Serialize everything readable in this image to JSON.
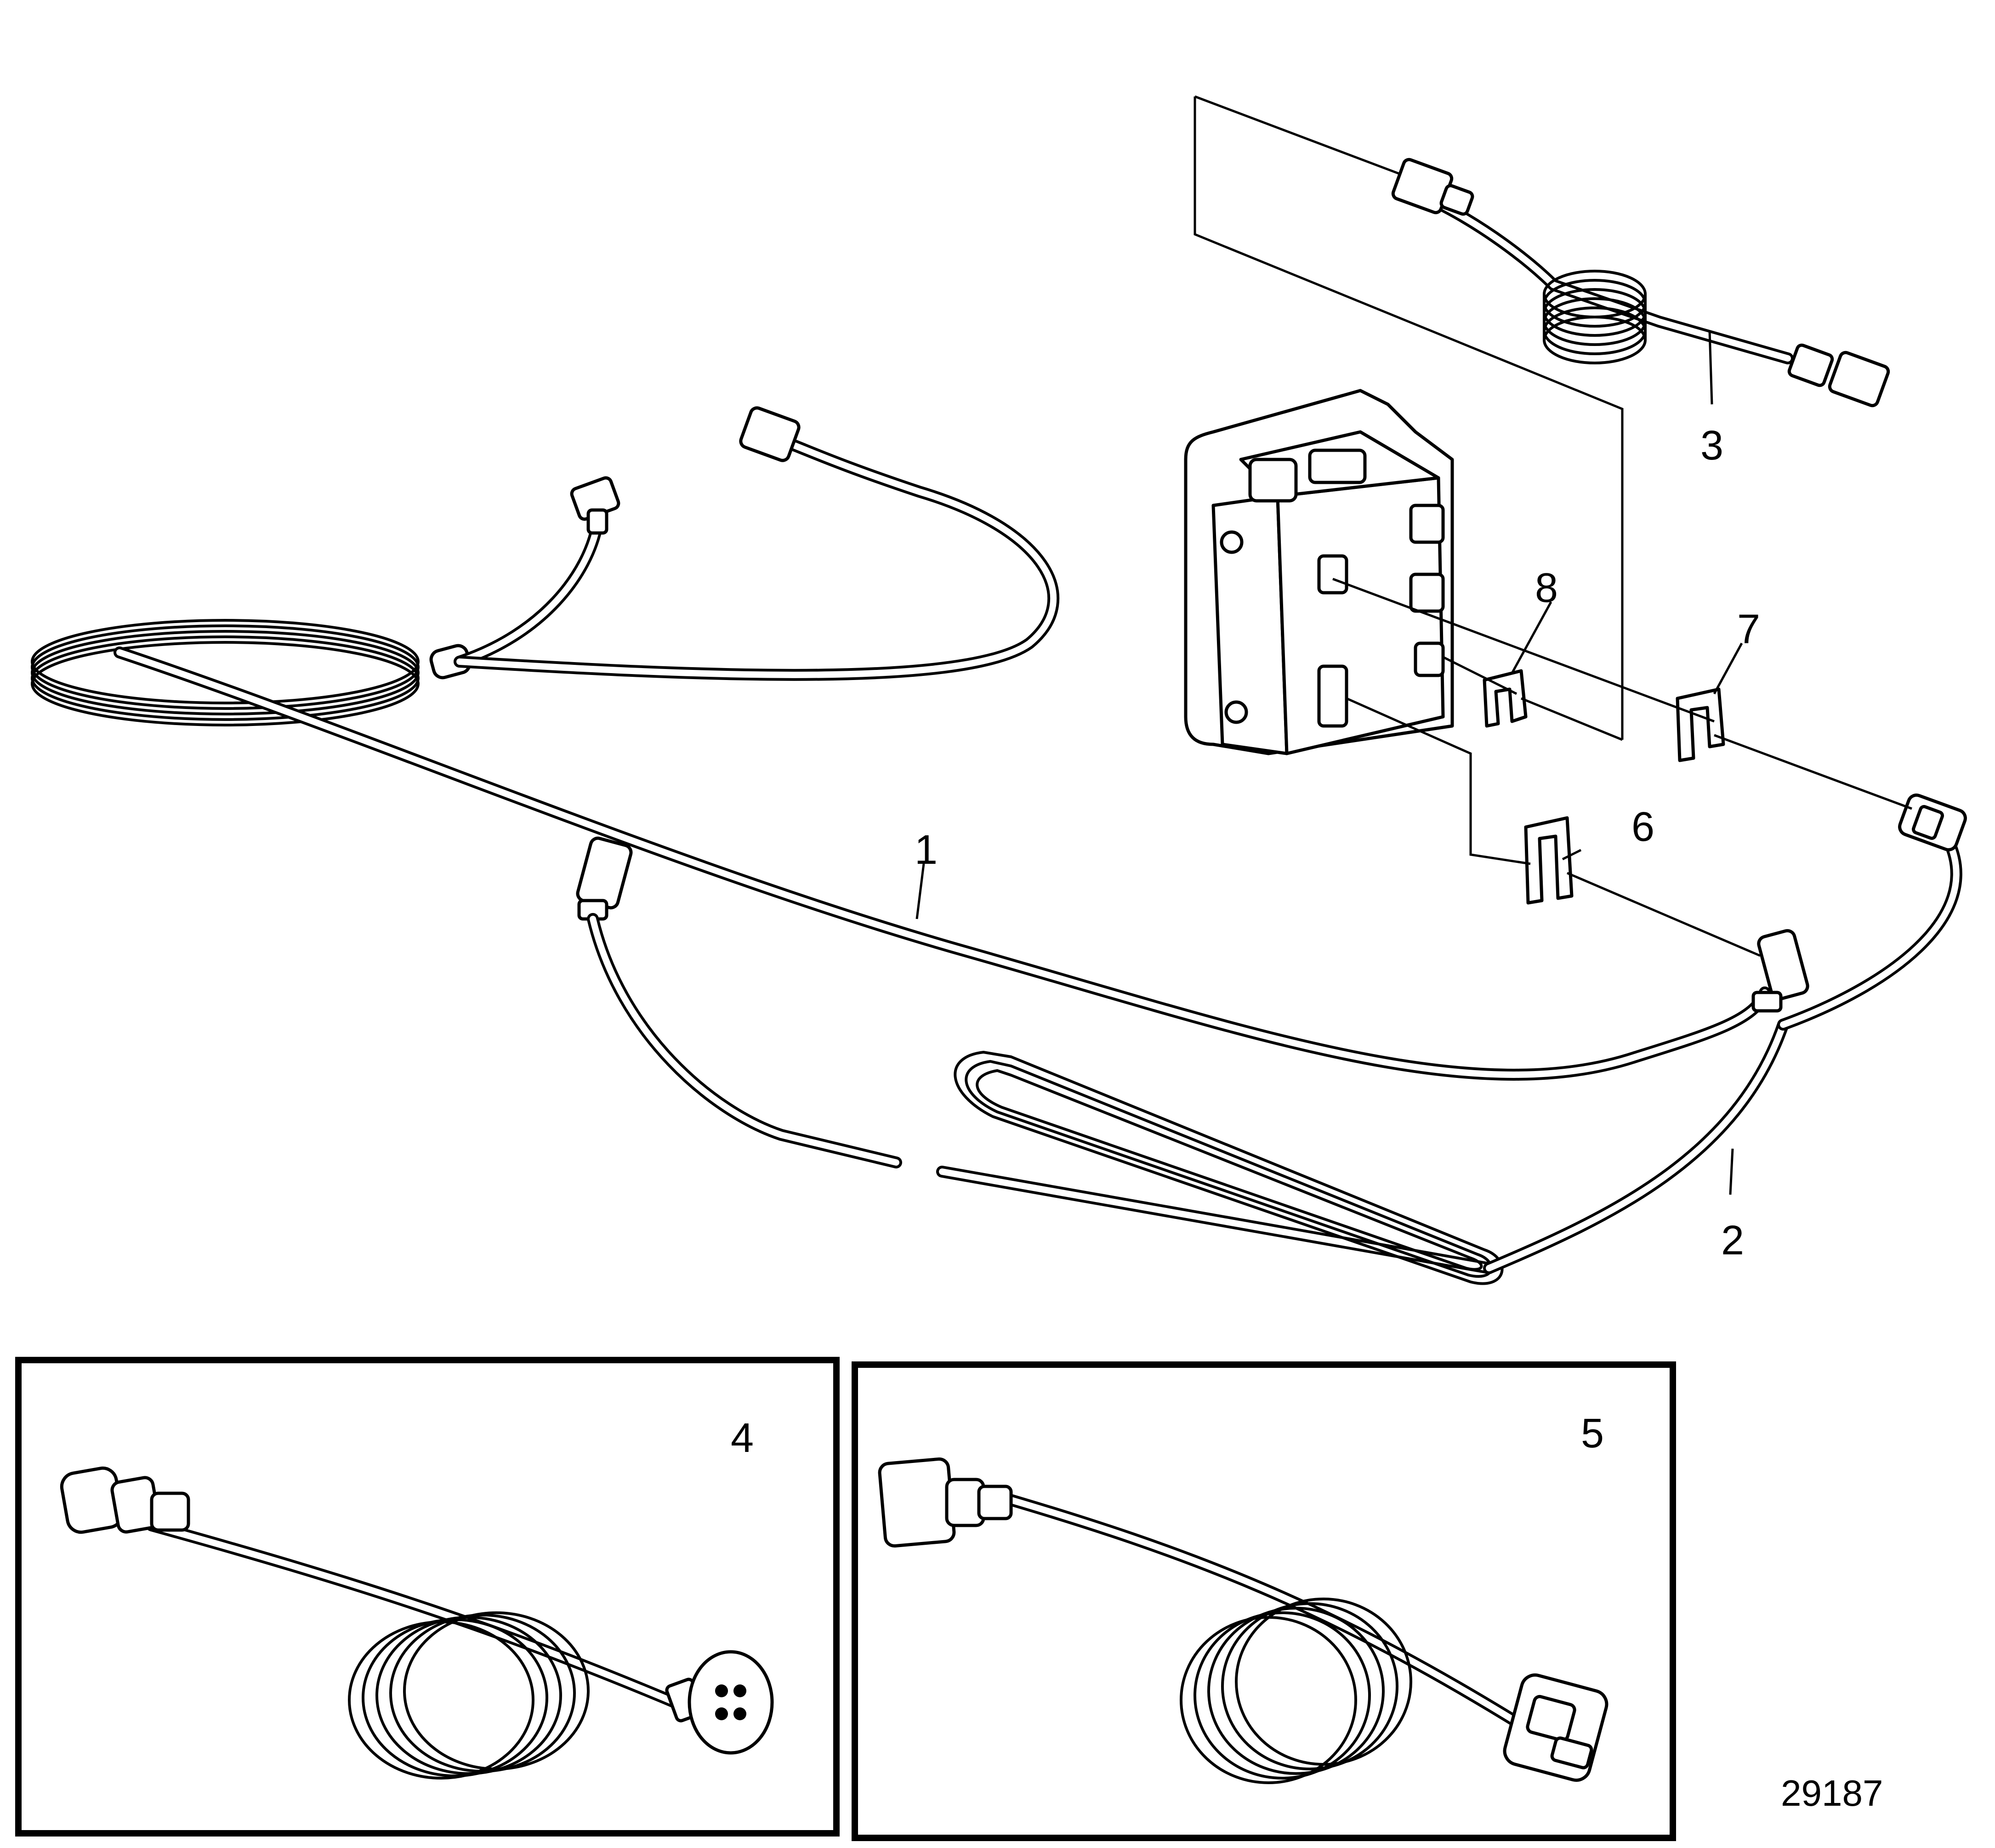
{
  "callouts": {
    "c1": "1",
    "c2": "2",
    "c3": "3",
    "c4": "4",
    "c5": "5",
    "c6": "6",
    "c7": "7",
    "c8": "8"
  },
  "reference_number": "29187"
}
